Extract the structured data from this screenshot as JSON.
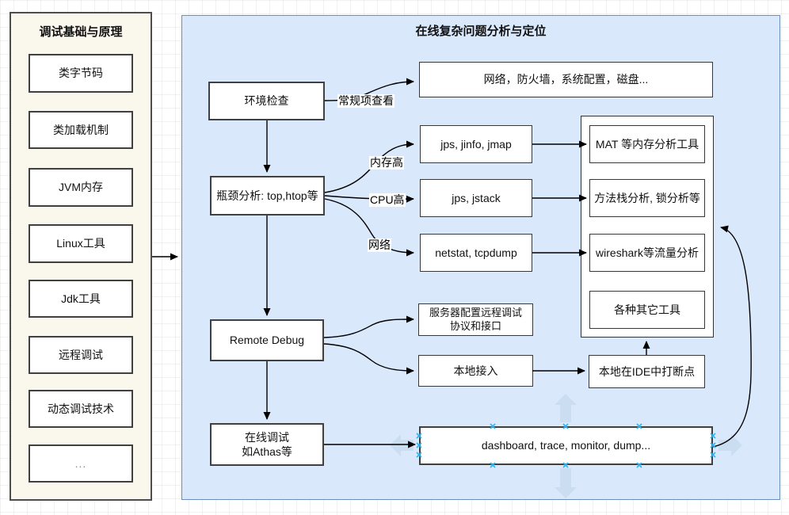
{
  "left_panel": {
    "title": "调试基础与原理",
    "items": [
      {
        "label": "类字节码"
      },
      {
        "label": "类加载机制"
      },
      {
        "label": "JVM内存"
      },
      {
        "label": "Linux工具"
      },
      {
        "label": "Jdk工具"
      },
      {
        "label": "远程调试"
      },
      {
        "label": "动态调试技术"
      },
      {
        "label": "..."
      }
    ]
  },
  "right_panel": {
    "title": "在线复杂问题分析与定位",
    "nodes": {
      "env_check": {
        "label": "环境检查"
      },
      "bottleneck": {
        "label": "瓶颈分析: top,htop等"
      },
      "remote_debug": {
        "label": "Remote Debug"
      },
      "online_debug": {
        "line1": "在线调试",
        "line2": "如Athas等"
      },
      "general_check": {
        "label": "网络，防火墙，系统配置，磁盘..."
      },
      "memory_cmds": {
        "label": "jps, jinfo, jmap"
      },
      "cpu_cmds": {
        "label": "jps, jstack"
      },
      "network_cmds": {
        "label": "netstat, tcpdump"
      },
      "memory_tools": {
        "label": "MAT 等内存分析工具"
      },
      "stack_tools": {
        "label": "方法栈分析, 锁分析等"
      },
      "traffic_tools": {
        "label": "wireshark等流量分析"
      },
      "other_tools": {
        "label": "各种其它工具"
      },
      "server_remote_config": {
        "line1": "服务器配置远程调试",
        "line2": "协议和接口"
      },
      "local_access": {
        "label": "本地接入"
      },
      "ide_breakpoint": {
        "label": "本地在IDE中打断点"
      },
      "dashboard": {
        "label": "dashboard, trace, monitor, dump..."
      }
    },
    "edge_labels": {
      "routine_check": "常规项查看",
      "high_memory": "内存高",
      "high_cpu": "CPU高",
      "network": "网络"
    }
  },
  "colors": {
    "left_panel_fill": "#FAF7EC",
    "left_panel_border": "#4D4D4D",
    "right_panel_fill": "#DAE8FC",
    "right_panel_border": "#6C8EBF",
    "node_fill": "#FFFFFF",
    "node_border": "#3B3B3B",
    "arrow": "#000000",
    "connection_point": "#29B6F2",
    "direction_hint": "#C9DCF0"
  }
}
